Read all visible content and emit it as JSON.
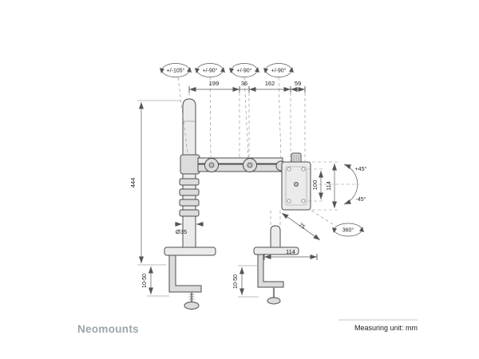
{
  "footer": {
    "brand": "Neomounts",
    "note": "Measuring unit: mm"
  },
  "rotation_labels": [
    "+/-105°",
    "+/-90°",
    "+/-90°",
    "+/-90°"
  ],
  "top_dimensions": [
    "199",
    "36",
    "162",
    "59"
  ],
  "dimensions": {
    "pole_height": "444",
    "clamp_range_left": "10-50",
    "clamp_range_right": "10-50",
    "pole_diameter": "Ø35",
    "vesa_hole_spacing": "100",
    "vesa_plate_height": "114",
    "arm_depth": "75",
    "base_width": "114",
    "tilt_up": "+45°",
    "tilt_down": "-45°",
    "swivel": "360°"
  }
}
